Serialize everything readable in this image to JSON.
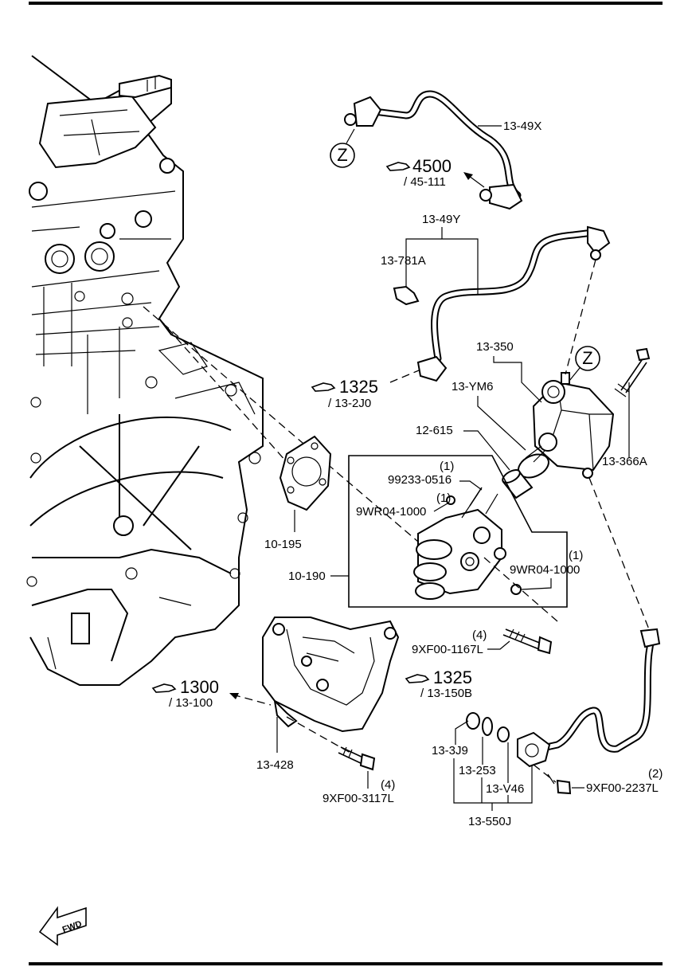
{
  "labels": {
    "p13_49x": "13-49X",
    "p13_49y": "13-49Y",
    "p13_781a": "13-781A",
    "p13_350": "13-350",
    "p13_ym6": "13-YM6",
    "p13_366a": "13-366A",
    "p12_615": "12-615",
    "qty_99233": "(1)",
    "p99233": "99233-0516",
    "qty_9wr04_a": "(1)",
    "p9wr04_a": "9WR04-1000",
    "qty_9wr04_b": "(1)",
    "p9wr04_b": "9WR04-1000",
    "p10_195": "10-195",
    "p10_190": "10-190",
    "qty_9xf00_1167": "(4)",
    "p9xf00_1167": "9XF00-1167L",
    "p13_428": "13-428",
    "qty_9xf00_3117": "(4)",
    "p9xf00_3117": "9XF00-3117L",
    "p13_3j9": "13-3J9",
    "p13_253": "13-253",
    "p13_v46": "13-V46",
    "p13_550j": "13-550J",
    "qty_9xf00_2237": "(2)",
    "p9xf00_2237": "9XF00-2237L",
    "callout_z": "Z"
  },
  "refs": {
    "r4500_num": "4500",
    "r4500_sub": "/ 45-111",
    "r1325a_num": "1325",
    "r1325a_sub": "/ 13-2J0",
    "r1325b_num": "1325",
    "r1325b_sub": "/ 13-150B",
    "r1300_num": "1300",
    "r1300_sub": "/ 13-100"
  },
  "fwd": "FWD"
}
